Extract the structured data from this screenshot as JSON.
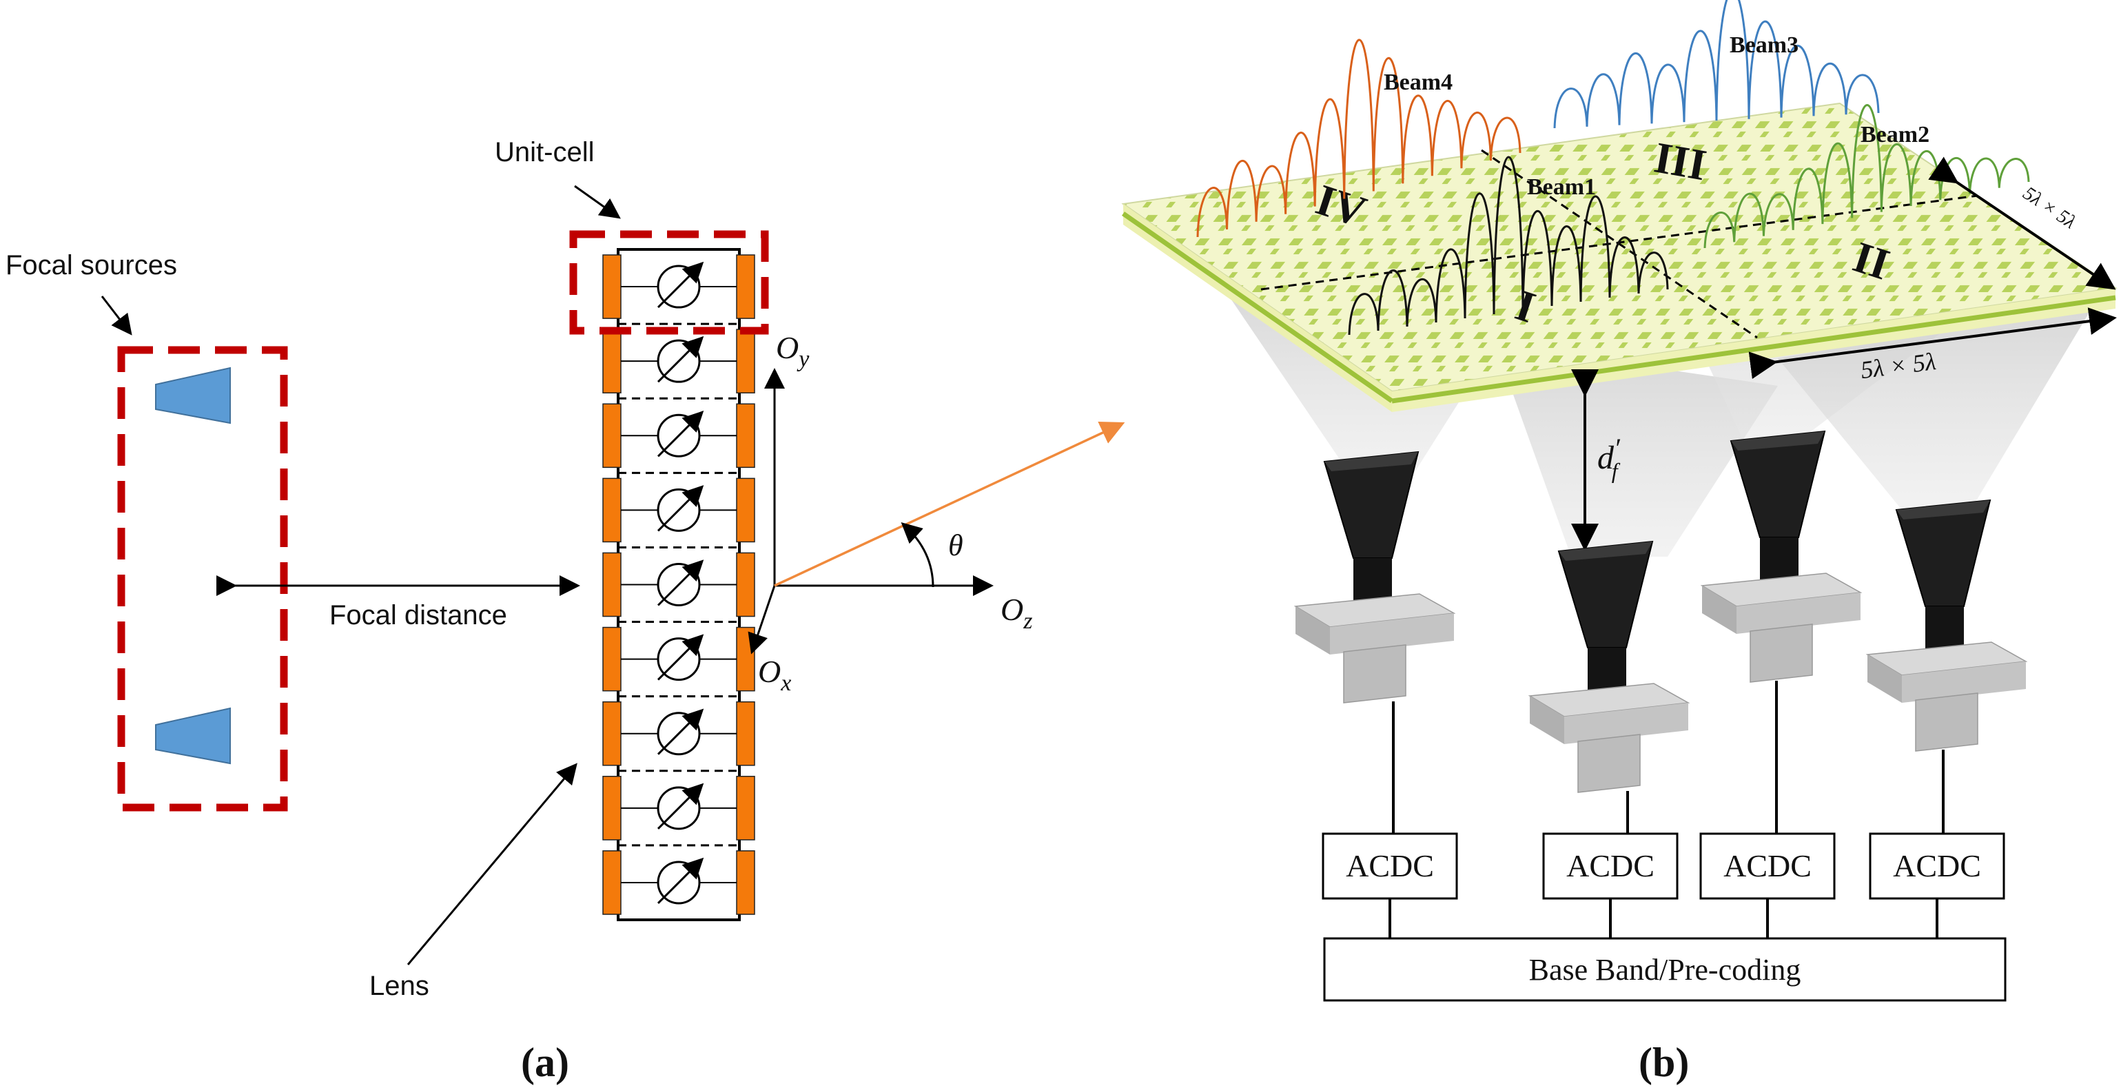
{
  "panel_a": {
    "caption": "(a)",
    "focal_sources_label": "Focal sources",
    "unit_cell_label": "Unit-cell",
    "focal_distance_label": "Focal distance",
    "lens_label": "Lens",
    "axis_y": "O",
    "axis_y_sub": "y",
    "axis_x": "O",
    "axis_x_sub": "x",
    "axis_z": "O",
    "axis_z_sub": "z",
    "angle_label": "θ",
    "unit_cell_count": 9,
    "colors": {
      "dashed_box": "#c00000",
      "feed_horn": "#5b9bd5",
      "patch": "#f47a0b",
      "beam_arrow": "#f08a3c"
    }
  },
  "panel_b": {
    "caption": "(b)",
    "beam_labels": [
      "Beam1",
      "Beam2",
      "Beam3",
      "Beam4"
    ],
    "region_labels": [
      "I",
      "II",
      "III",
      "IV"
    ],
    "dim_label_right": "5λ × 5λ",
    "dim_label_bottom": "5λ × 5λ",
    "focal_distance_symbol": "d",
    "focal_distance_sub": "f",
    "focal_distance_prime": "′",
    "converter_labels": [
      "ACDC",
      "ACDC",
      "ACDC",
      "ACDC"
    ],
    "baseband_label": "Base Band/Pre-coding",
    "colors": {
      "beam1": "#111111",
      "beam2": "#5fa03a",
      "beam3": "#3f7fc0",
      "beam4": "#d9601a",
      "surface": "#f2f5c8",
      "cell": "#b5d05a"
    }
  }
}
